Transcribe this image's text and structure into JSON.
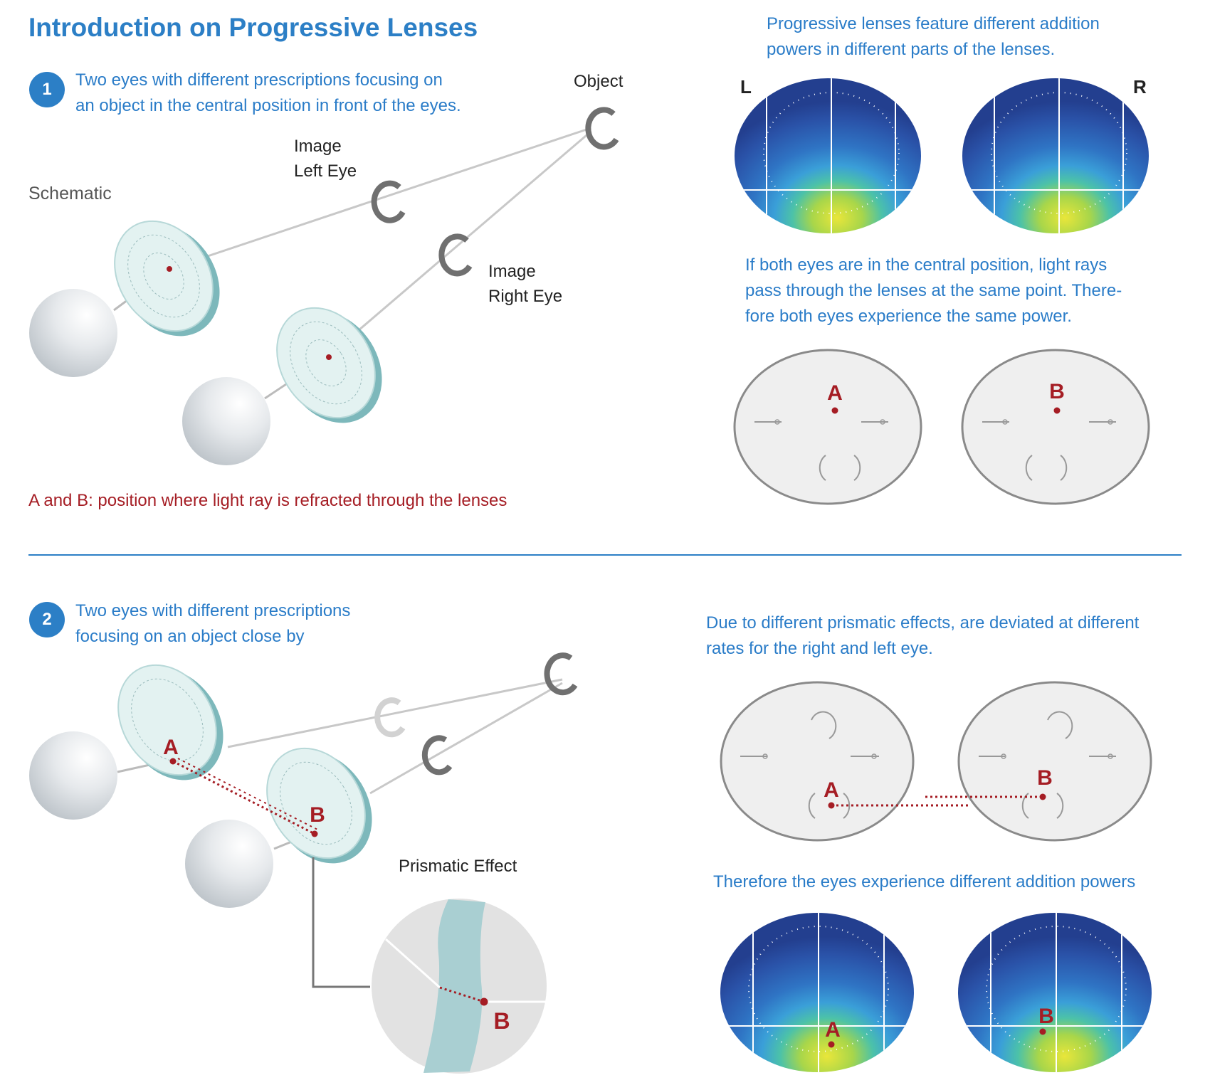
{
  "title": "Introduction on Progressive Lenses",
  "section1": {
    "number": "1",
    "heading_line1": "Two eyes with different prescriptions focusing on",
    "heading_line2": "an object in the central position in front of the eyes.",
    "schematic_label": "Schematic",
    "object_label": "Object",
    "image_left_line1": "Image",
    "image_left_line2": "Left Eye",
    "image_right_line1": "Image",
    "image_right_line2": "Right Eye",
    "ab_note": "A and B: position where light ray is refracted through the lenses",
    "right_text1_line1": "Progressive lenses feature different addition",
    "right_text1_line2": "powers in different parts of the lenses.",
    "lens_left_letter": "L",
    "lens_right_letter": "R",
    "right_text2_line1": "If both eyes are in the central position, light rays",
    "right_text2_line2": "pass through the lenses at the same point. There-",
    "right_text2_line3": "fore both eyes experience the same power.",
    "point_a": "A",
    "point_b": "B"
  },
  "section2": {
    "number": "2",
    "heading_line1": "Two eyes with different prescriptions",
    "heading_line2": "focusing on an object close by",
    "prismatic_label": "Prismatic Effect",
    "right_text1_line1": "Due to different prismatic effects, are deviated at different",
    "right_text1_line2": "rates  for the right and left eye.",
    "right_text2": "Therefore the eyes experience different addition powers",
    "point_a": "A",
    "point_b": "B"
  },
  "colors": {
    "accent_blue": "#2c7fc6",
    "marker_red": "#a51d24",
    "lens_teal": "#7db8bb"
  }
}
